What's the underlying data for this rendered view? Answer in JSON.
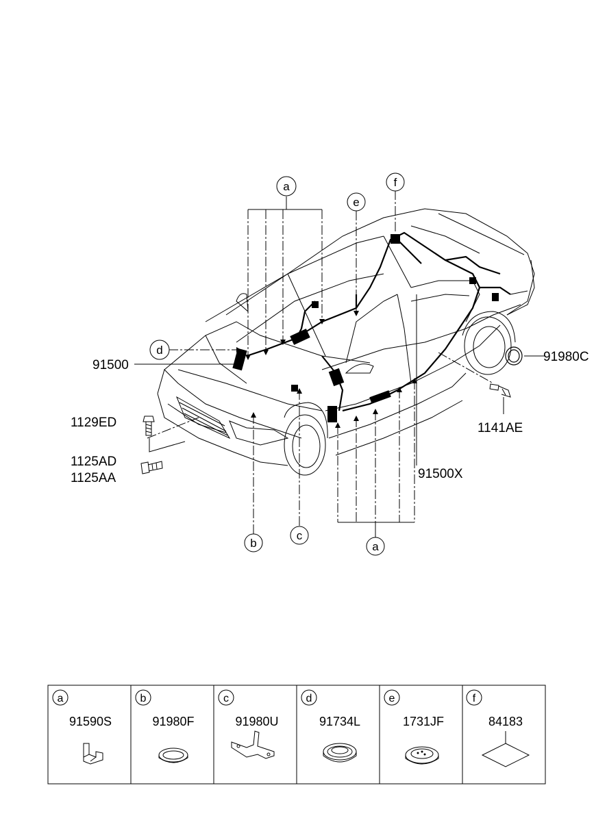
{
  "callouts": {
    "a_top": "a",
    "e": "e",
    "f": "f",
    "d": "d",
    "b": "b",
    "c": "c",
    "a_bottom": "a"
  },
  "part_labels": {
    "p91500": "91500",
    "p91980C": "91980C",
    "p1129ED": "1129ED",
    "p1141AE": "1141AE",
    "p1125AD": "1125AD",
    "p1125AA": "1125AA",
    "p91500X": "91500X"
  },
  "legend": [
    {
      "letter": "a",
      "code": "91590S",
      "icon": "clip-bracket-icon"
    },
    {
      "letter": "b",
      "code": "91980F",
      "icon": "grommet-ring-icon"
    },
    {
      "letter": "c",
      "code": "91980U",
      "icon": "mounting-bracket-icon"
    },
    {
      "letter": "d",
      "code": "91734L",
      "icon": "grommet-large-icon"
    },
    {
      "letter": "e",
      "code": "1731JF",
      "icon": "plug-cap-icon"
    },
    {
      "letter": "f",
      "code": "84183",
      "icon": "pad-diamond-icon"
    }
  ]
}
